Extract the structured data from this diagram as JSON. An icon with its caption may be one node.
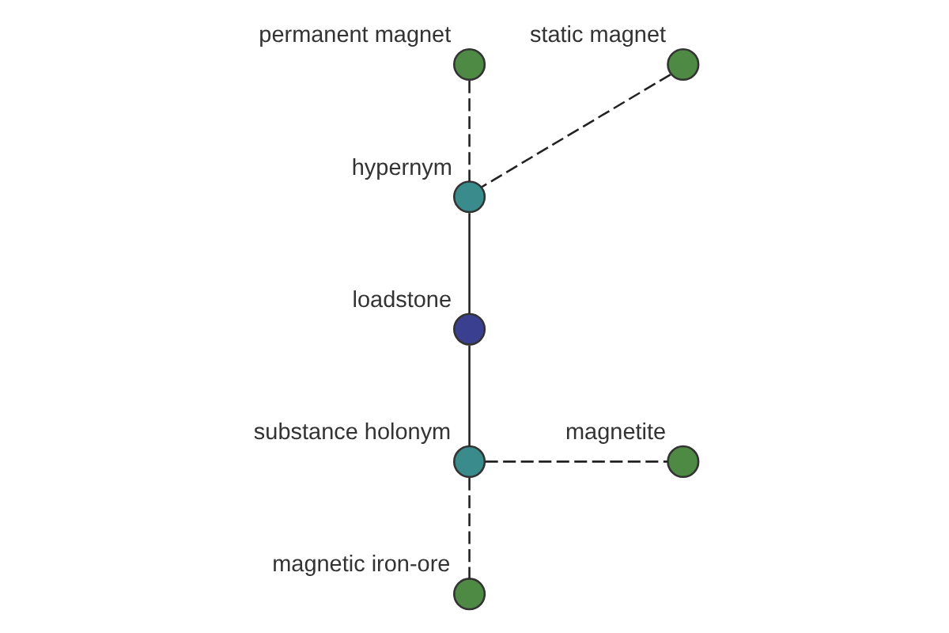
{
  "diagram": {
    "nodes": [
      {
        "text": [],
        "shape": "circle",
        "beside": [
          "permanent magnet"
        ]
      },
      {
        "text": [],
        "shape": "circle",
        "beside": [
          "static magnet"
        ]
      },
      {
        "text": [],
        "shape": "circle",
        "beside": [
          "hypernym"
        ]
      },
      {
        "text": [],
        "shape": "circle",
        "beside": [
          "loadstone"
        ]
      },
      {
        "text": [],
        "shape": "circle",
        "beside": [
          "substance holonym"
        ]
      },
      {
        "text": [],
        "shape": "circle",
        "beside": [
          "magnetite"
        ]
      },
      {
        "text": [],
        "shape": "circle",
        "beside": [
          "magnetic iron-ore"
        ]
      }
    ],
    "edges": [
      {
        "from": 0,
        "to": 2,
        "arrow": "none",
        "style": "dashed"
      },
      {
        "from": 1,
        "to": 2,
        "arrow": "none",
        "style": "dashed"
      },
      {
        "from": 2,
        "to": 3,
        "arrow": "none"
      },
      {
        "from": 3,
        "to": 4,
        "arrow": "none"
      },
      {
        "from": 4,
        "to": 5,
        "arrow": "none",
        "style": "dashed"
      },
      {
        "from": 4,
        "to": 6,
        "arrow": "none",
        "style": "dashed"
      }
    ]
  }
}
